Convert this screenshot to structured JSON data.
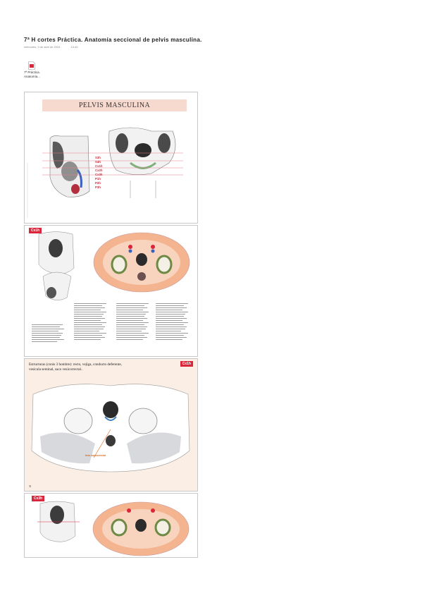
{
  "header": {
    "title": "7ª H cortes Práctica. Anatomía seccional de pelvis masculina.",
    "date": "miércoles, 3 de abril de 2024",
    "time": "13:40"
  },
  "attachment": {
    "icon": "pdf-file-icon",
    "name_line1": "7ª Práctica.",
    "name_line2": "Anatomía..."
  },
  "pages": {
    "p1": {
      "banner": "PELVIS MASCULINA",
      "levels": [
        "S3h",
        "S4h",
        "Cx1h",
        "Cx2h",
        "Cx3h",
        "P1h",
        "P2h",
        "P3h"
      ]
    },
    "p2": {
      "tag": "Cx1h"
    },
    "p3": {
      "tag": "Cx1h",
      "text": "Estructuras (conis 3 hombre): recto, vejiga, conducto deferente, vesícula seminal, saco vesicorrectal..",
      "label": "fosa isquiorrectal"
    },
    "p4": {
      "tag": "Cx3h"
    }
  },
  "colors": {
    "accent_red": "#d9263a",
    "banner_pink": "#f6d9cf",
    "tissue_orange": "#f3b48f",
    "bone": "#f5f0e6",
    "muscle_green": "#6d8a45",
    "gray_tissue": "#d7d9dd"
  }
}
